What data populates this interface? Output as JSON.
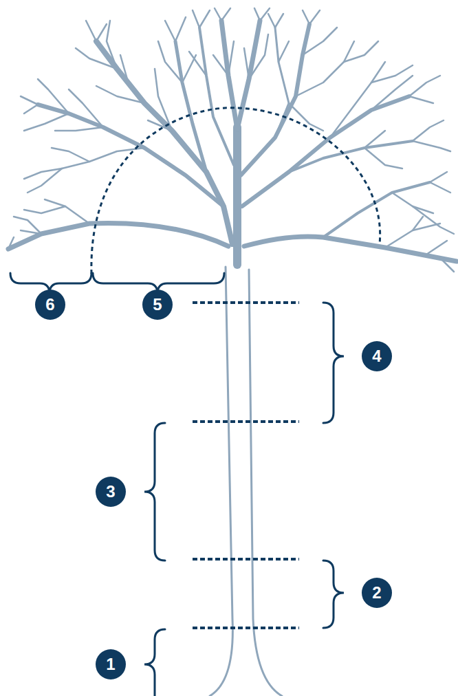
{
  "diagram": {
    "labels": [
      "6",
      "5",
      "4",
      "3",
      "2",
      "1"
    ]
  }
}
